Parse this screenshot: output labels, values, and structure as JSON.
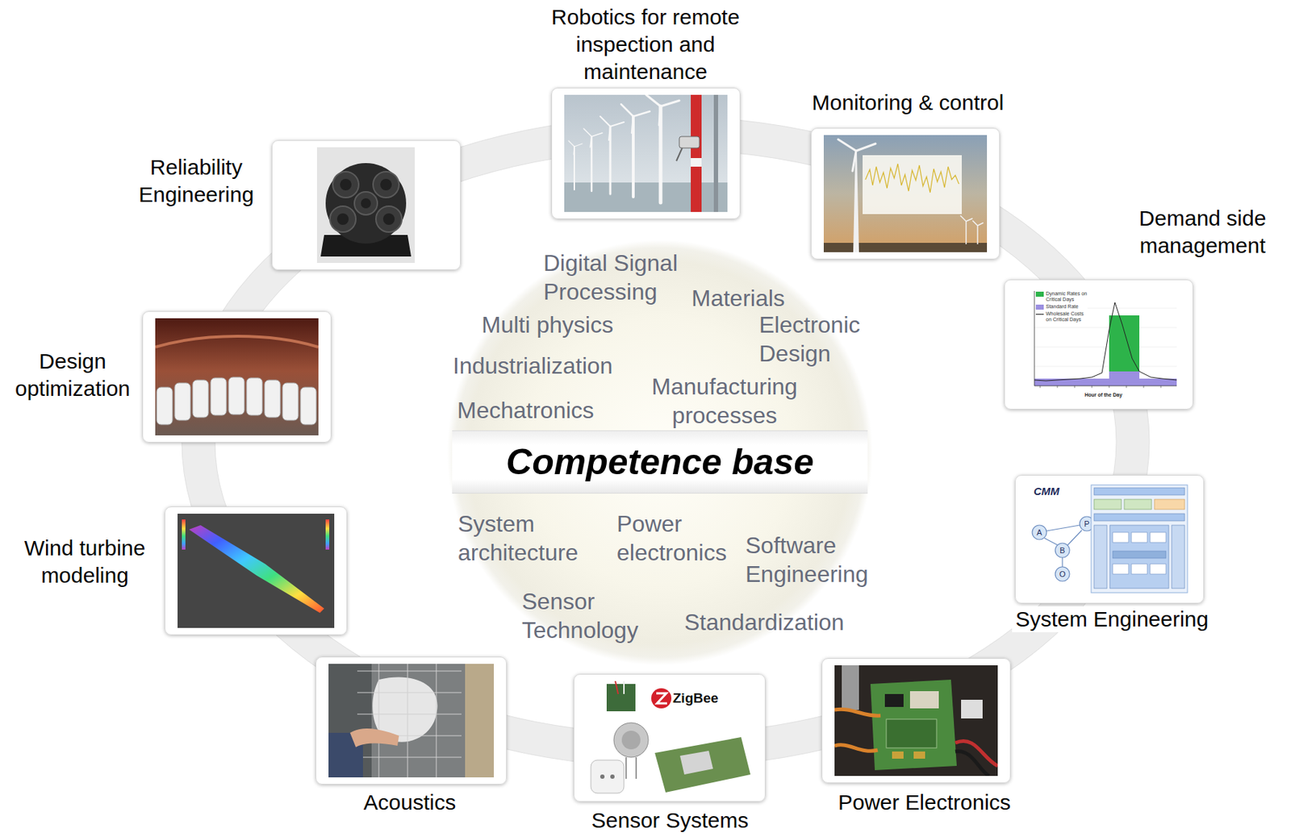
{
  "diagram": {
    "nodes": [
      {
        "text": [
          "Competence base",
          "Digital Signal Processing",
          "Materials",
          "Multi physics",
          "Electronic Design",
          "Industrialization",
          "Manufacturing processes",
          "Mechatronics",
          "System architecture",
          "Power electronics",
          "Software Engineering",
          "Sensor Technology",
          "Standardization"
        ]
      },
      {
        "text": [
          "Robotics for remote inspection and maintenance"
        ]
      },
      {
        "text": [
          "Monitoring & control"
        ]
      },
      {
        "text": [
          "Demand side management"
        ]
      },
      {
        "text": [
          "System Engineering"
        ]
      },
      {
        "text": [
          "Power Electronics"
        ]
      },
      {
        "text": [
          "Sensor Systems"
        ]
      },
      {
        "text": [
          "Acoustics"
        ]
      },
      {
        "text": [
          "Wind turbine modeling"
        ]
      },
      {
        "text": [
          "Design optimization"
        ]
      },
      {
        "text": [
          "Reliability Engineering"
        ]
      }
    ],
    "labels": [
      "Hour of the Day",
      "CMM",
      "A",
      "P",
      "B",
      "O",
      "ZigBee"
    ],
    "legend": [
      {
        "text": "Dynamic Rates on Critical Days",
        "color": "#2db34a"
      },
      {
        "text": "Standard Rate",
        "color": "#9b8fe0"
      },
      {
        "text": "Wholesale Costs on Critical Days"
      }
    ]
  }
}
